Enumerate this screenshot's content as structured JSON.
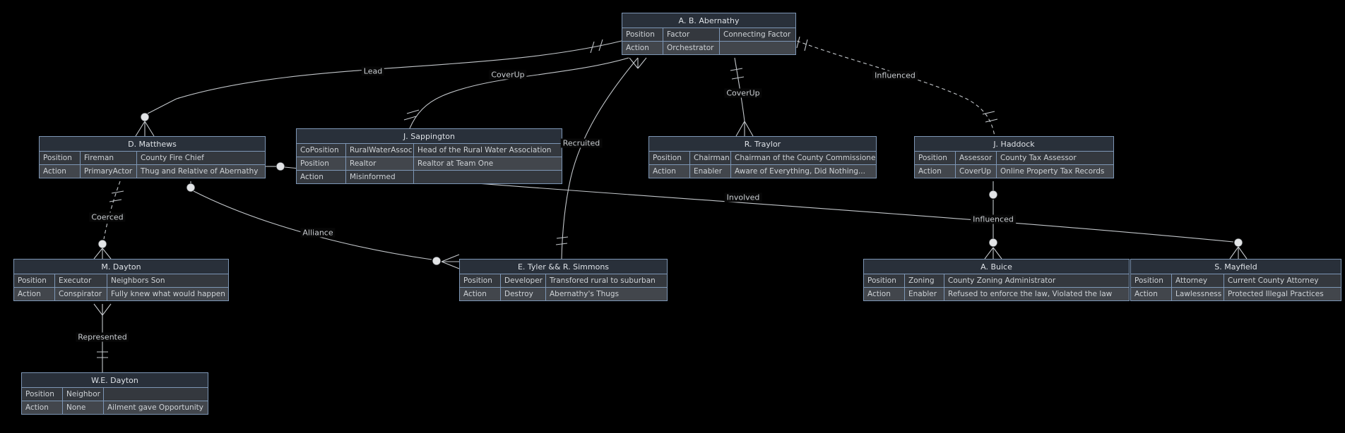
{
  "diagram": {
    "type": "entity-relationship",
    "colors": {
      "background": "#000000",
      "entity_border": "#7d96b5",
      "entity_header": "#29303a",
      "row_odd": "#34383e",
      "row_even": "#42464c",
      "line": "#c2c6ca",
      "label_text": "#c9cdd1"
    },
    "entities": [
      {
        "id": "abernathy",
        "title": "A. B. Abernathy",
        "rows": [
          [
            "Position",
            "Factor",
            "Connecting Factor"
          ],
          [
            "Action",
            "Orchestrator",
            ""
          ]
        ]
      },
      {
        "id": "matthews",
        "title": "D. Matthews",
        "rows": [
          [
            "Position",
            "Fireman",
            "County Fire Chief"
          ],
          [
            "Action",
            "PrimaryActor",
            "Thug and Relative of Abernathy"
          ]
        ]
      },
      {
        "id": "sappington",
        "title": "J. Sappington",
        "rows": [
          [
            "CoPosition",
            "RuralWaterAssoc",
            "Head of the Rural Water Association"
          ],
          [
            "Position",
            "Realtor",
            "Realtor at Team One"
          ],
          [
            "Action",
            "Misinformed",
            ""
          ]
        ]
      },
      {
        "id": "traylor",
        "title": "R. Traylor",
        "rows": [
          [
            "Position",
            "Chairman",
            "Chairman of the County Commissioners"
          ],
          [
            "Action",
            "Enabler",
            "Aware of Everything, Did Nothing..."
          ]
        ]
      },
      {
        "id": "haddock",
        "title": "J. Haddock",
        "rows": [
          [
            "Position",
            "Assessor",
            "County Tax Assessor"
          ],
          [
            "Action",
            "CoverUp",
            "Online Property Tax Records"
          ]
        ]
      },
      {
        "id": "dayton_m",
        "title": "M. Dayton",
        "rows": [
          [
            "Position",
            "Executor",
            "Neighbors Son"
          ],
          [
            "Action",
            "Conspirator",
            "Fully knew what would happen"
          ]
        ]
      },
      {
        "id": "tyler",
        "title": "E. Tyler && R. Simmons",
        "rows": [
          [
            "Position",
            "Developer",
            "Transfored rural to suburban"
          ],
          [
            "Action",
            "Destroy",
            "Abernathy's Thugs"
          ]
        ]
      },
      {
        "id": "buice",
        "title": "A. Buice",
        "rows": [
          [
            "Position",
            "Zoning",
            "County Zoning Administrator"
          ],
          [
            "Action",
            "Enabler",
            "Refused to enforce the law, Violated the law"
          ]
        ]
      },
      {
        "id": "mayfield",
        "title": "S. Mayfield",
        "rows": [
          [
            "Position",
            "Attorney",
            "Current County Attorney"
          ],
          [
            "Action",
            "Lawlessness",
            "Protected Illegal Practices"
          ]
        ]
      },
      {
        "id": "dayton_we",
        "title": "W.E. Dayton",
        "rows": [
          [
            "Position",
            "Neighbor",
            ""
          ],
          [
            "Action",
            "None",
            "Ailment gave Opportunity"
          ]
        ]
      }
    ],
    "relationships": [
      {
        "label": "Lead",
        "from": "A. B. Abernathy",
        "to": "D. Matthews"
      },
      {
        "label": "CoverUp",
        "from": "A. B. Abernathy",
        "to": "J. Sappington"
      },
      {
        "label": "CoverUp",
        "from": "A. B. Abernathy",
        "to": "R. Traylor"
      },
      {
        "label": "Influenced",
        "from": "A. B. Abernathy",
        "to": "J. Haddock"
      },
      {
        "label": "Recruited",
        "from": "A. B. Abernathy",
        "to": "E. Tyler && R. Simmons"
      },
      {
        "label": "Involved",
        "from": "D. Matthews",
        "to": "S. Mayfield"
      },
      {
        "label": "Coerced",
        "from": "D. Matthews",
        "to": "M. Dayton"
      },
      {
        "label": "Alliance",
        "from": "D. Matthews",
        "to": "E. Tyler && R. Simmons"
      },
      {
        "label": "Influenced",
        "from": "J. Haddock",
        "to": "A. Buice"
      },
      {
        "label": "Represented",
        "from": "M. Dayton",
        "to": "W.E. Dayton"
      }
    ]
  }
}
